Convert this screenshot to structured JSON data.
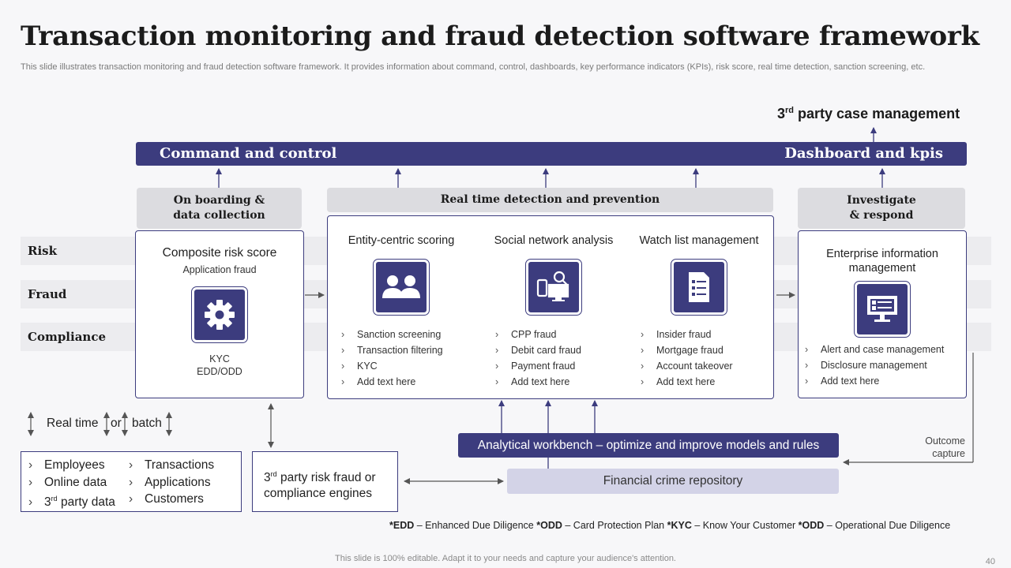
{
  "title": "Transaction monitoring and fraud detection software framework",
  "subtitle": "This slide illustrates transaction monitoring and fraud detection software framework. It provides information about command, control, dashboards, key performance indicators (KPIs), risk score, real time detection, sanction screening, etc.",
  "third_party_case": {
    "prefix": "3",
    "sup": "rd",
    "text": " party case management"
  },
  "top_bar": {
    "left": "Command and control",
    "right": "Dashboard and kpis"
  },
  "bands": [
    "Risk",
    "Fraud",
    "Compliance"
  ],
  "onboarding": {
    "header_line1": "On boarding &",
    "header_line2": "data collection",
    "score_title": "Composite risk score",
    "score_sub": "Application fraud",
    "icon": "gear-icon",
    "kyc": "KYC",
    "edd": "EDD/ODD"
  },
  "realtime": {
    "header": "Real time detection and prevention",
    "columns": [
      {
        "title": "Entity-centric scoring",
        "icon": "people-icon",
        "items": [
          "Sanction screening",
          "Transaction filtering",
          "KYC",
          "Add text here"
        ]
      },
      {
        "title": "Social network analysis",
        "icon": "devices-search-icon",
        "items": [
          "CPP fraud",
          "Debit card fraud",
          "Payment fraud",
          "Add text here"
        ]
      },
      {
        "title": "Watch list management",
        "icon": "checklist-icon",
        "items": [
          "Insider fraud",
          "Mortgage fraud",
          "Account takeover",
          "Add text here"
        ]
      }
    ]
  },
  "investigate": {
    "header_line1": "Investigate",
    "header_line2": "& respond",
    "title_line1": "Enterprise information",
    "title_line2": "management",
    "icon": "monitor-dashboard-icon",
    "items": [
      "Alert and case management",
      "Disclosure management",
      "Add text here"
    ]
  },
  "real_time_batch": {
    "left": "Real time",
    "mid": "or",
    "right": "batch"
  },
  "sources": {
    "col1": [
      {
        "prefix": "Employees",
        "sup": "",
        "suffix": ""
      },
      {
        "prefix": "Online data",
        "sup": "",
        "suffix": ""
      },
      {
        "prefix": "3",
        "sup": "rd",
        "suffix": " party data"
      }
    ],
    "col2": [
      "Transactions",
      "Applications",
      "Customers"
    ]
  },
  "risk_engines": {
    "prefix": "3",
    "sup": "rd",
    "line1": " party risk fraud or",
    "line2": "compliance engines"
  },
  "analytical": "Analytical workbench – optimize and improve models and rules",
  "repository": "Financial crime repository",
  "outcome": {
    "line1": "Outcome",
    "line2": "capture"
  },
  "footnote": {
    "p1": "*EDD",
    "d1": " – Enhanced Due Diligence ",
    "p2": "*ODD",
    "d2": " – Card Protection Plan ",
    "p3": "*KYC",
    "d3": " – Know Your Customer ",
    "p4": "*ODD",
    "d4": " – Operational Due Diligence"
  },
  "footer": "This slide is 100% editable. Adapt it to your needs and capture your audience's attention.",
  "page_number": "40",
  "colors": {
    "navy": "#3c3c7e",
    "light_band": "#ececef",
    "header_grey": "#dcdce0",
    "repo_fill": "#d3d3e7"
  }
}
